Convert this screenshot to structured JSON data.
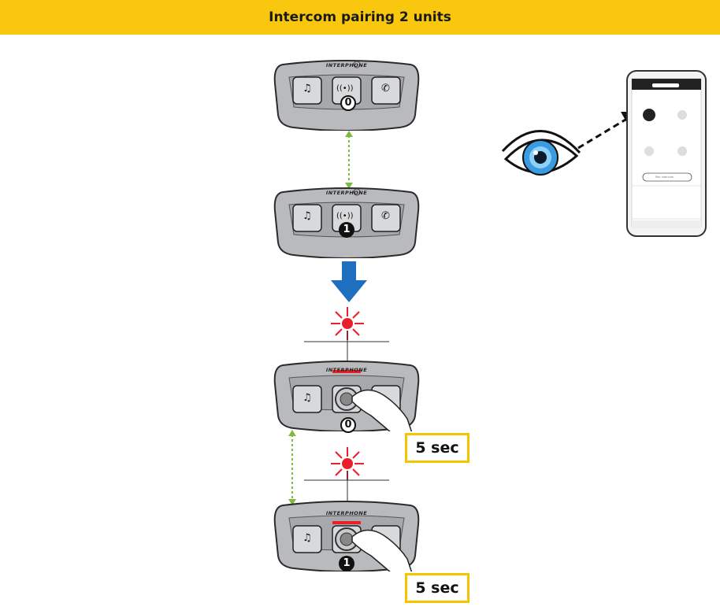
{
  "header": {
    "title": "Intercom pairing 2 units",
    "bg": "#f9c80e"
  },
  "brand": "INTERPHONE",
  "units": [
    {
      "id": "unit-0-top",
      "badge": "0",
      "badge_style": "white"
    },
    {
      "id": "unit-1-top",
      "badge": "1",
      "badge_style": "black"
    },
    {
      "id": "unit-0-press",
      "badge": "0",
      "badge_style": "white"
    },
    {
      "id": "unit-1-press",
      "badge": "1",
      "badge_style": "black"
    }
  ],
  "buttons": {
    "music": "♫",
    "intercom": "((•))",
    "phone": "✆"
  },
  "timers": [
    "5 sec",
    "5 sec"
  ],
  "colors": {
    "accent": "#f9c80e",
    "arrow": "#1e6fbf",
    "led": "#e8202a",
    "pair_line": "#7dbb3c",
    "timer_border": "#f5c400"
  },
  "phone": {
    "button_label": "Pair intercom"
  }
}
